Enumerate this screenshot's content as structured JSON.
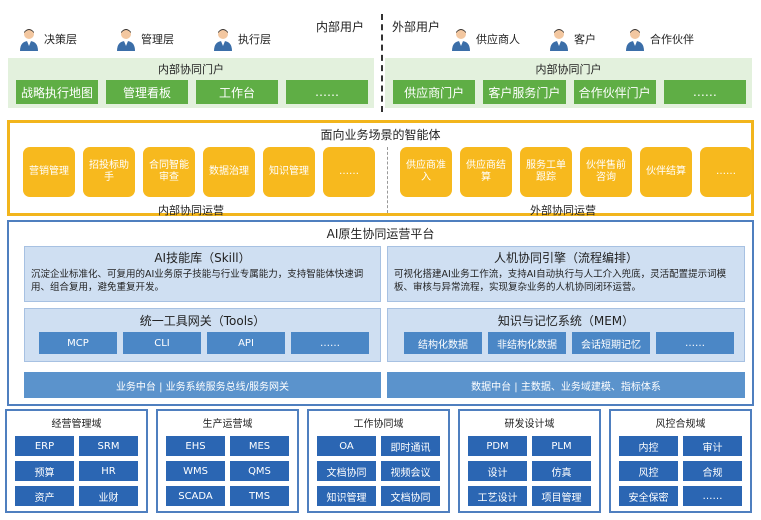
{
  "users": {
    "internal": [
      {
        "label": "决策层",
        "icon": "person-icon"
      },
      {
        "label": "管理层",
        "icon": "person-icon"
      },
      {
        "label": "执行层",
        "icon": "person-icon"
      }
    ],
    "internal_title": "内部用户",
    "external_title": "外部用户",
    "external": [
      {
        "label": "供应商人",
        "icon": "person-icon"
      },
      {
        "label": "客户",
        "icon": "person-icon"
      },
      {
        "label": "合作伙伴",
        "icon": "person-icon"
      }
    ]
  },
  "portals": {
    "left": {
      "title": "内部协同门户",
      "items": [
        "战略执行地图",
        "管理看板",
        "工作台",
        "……"
      ]
    },
    "right": {
      "title": "内部协同门户",
      "items": [
        "供应商门户",
        "客户服务门户",
        "合作伙伴门户",
        "……"
      ]
    }
  },
  "agents": {
    "title": "面向业务场景的智能体",
    "internal": [
      "营销管理",
      "招投标助手",
      "合同智能审查",
      "数据治理",
      "知识管理",
      "……"
    ],
    "internal_label": "内部协同运营",
    "external": [
      "供应商准入",
      "供应商结算",
      "服务工单跟踪",
      "伙伴售前咨询",
      "伙伴结算",
      "……"
    ],
    "external_label": "外部协同运营"
  },
  "platform": {
    "title": "AI原生协同运营平台",
    "skill": {
      "title": "AI技能库（Skill）",
      "desc": "沉淀企业标准化、可复用的AI业务原子技能与行业专属能力，支持智能体快速调用、组合复用，避免重复开发。"
    },
    "engine": {
      "title": "人机协同引擎（流程编排）",
      "desc": "可视化搭建AI业务工作流，支持AI自动执行与人工介入兜底，灵活配置提示词模板、审核与异常流程，实现复杂业务的人机协同闭环运营。"
    },
    "tools": {
      "title": "统一工具网关（Tools）",
      "items": [
        "MCP",
        "CLI",
        "API",
        "……"
      ]
    },
    "memory": {
      "title": "知识与记忆系统（MEM）",
      "items": [
        "结构化数据",
        "非结构化数据",
        "会话短期记忆",
        "……"
      ]
    },
    "biz_mid": "业务中台 | 业务系统服务总线/服务网关",
    "data_mid": "数据中台 | 主数据、业务域建模、指标体系"
  },
  "domains": [
    {
      "title": "经营管理域",
      "cells": [
        "ERP",
        "SRM",
        "预算",
        "HR",
        "资产",
        "业财"
      ]
    },
    {
      "title": "生产运营域",
      "cells": [
        "EHS",
        "MES",
        "WMS",
        "QMS",
        "SCADA",
        "TMS"
      ]
    },
    {
      "title": "工作协同域",
      "cells": [
        "OA",
        "即时通讯",
        "文档协同",
        "视频会议",
        "知识管理",
        "文档协同"
      ]
    },
    {
      "title": "研发设计域",
      "cells": [
        "PDM",
        "PLM",
        "设计",
        "仿真",
        "工艺设计",
        "项目管理"
      ]
    },
    {
      "title": "风控合规域",
      "cells": [
        "内控",
        "审计",
        "风控",
        "合规",
        "安全保密",
        "……"
      ]
    }
  ],
  "colors": {
    "green": "#5fae45",
    "orange": "#f7b91e",
    "blue": "#2b66b3",
    "light_blue": "#cfdff2"
  }
}
